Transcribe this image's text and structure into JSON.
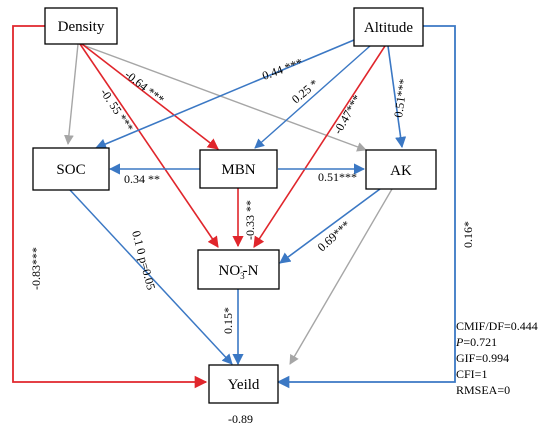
{
  "colors": {
    "red": "#e0262c",
    "blue": "#3b78c4",
    "gray": "#a6a6a6",
    "box": "#000000"
  },
  "nodes": {
    "density": "Density",
    "altitude": "Altitude",
    "soc": "SOC",
    "mbn": "MBN",
    "ak": "AK",
    "no3_base": "NO",
    "no3_sub": "3",
    "no3_sup": "-",
    "no3_tail": "-N",
    "yield": "Yeild"
  },
  "edges": {
    "density_mbn": "-0.64 ***",
    "density_no3": "-0. 55 ***",
    "altitude_soc": "0.44 ***",
    "altitude_mbn": "0.25 *",
    "altitude_no3": "-0.47***",
    "altitude_ak": "0.51***",
    "mbn_soc": "0.34 **",
    "mbn_ak": "0.51***",
    "mbn_no3": "-0.33 **",
    "ak_no3": "0.69***",
    "soc_yield": "0.1 0 p=0.05",
    "no3_yield": "0.15*",
    "density_yield": "-0.83***",
    "altitude_yield": "0.16*"
  },
  "residual": "-0.89",
  "stats": {
    "cmin": "CMIF/DF=0.444",
    "p_label": "P",
    "p_value": "=0.721",
    "gif": "GIF=0.994",
    "cfi": "CFI=1",
    "rmsea": "RMSEA=0"
  }
}
